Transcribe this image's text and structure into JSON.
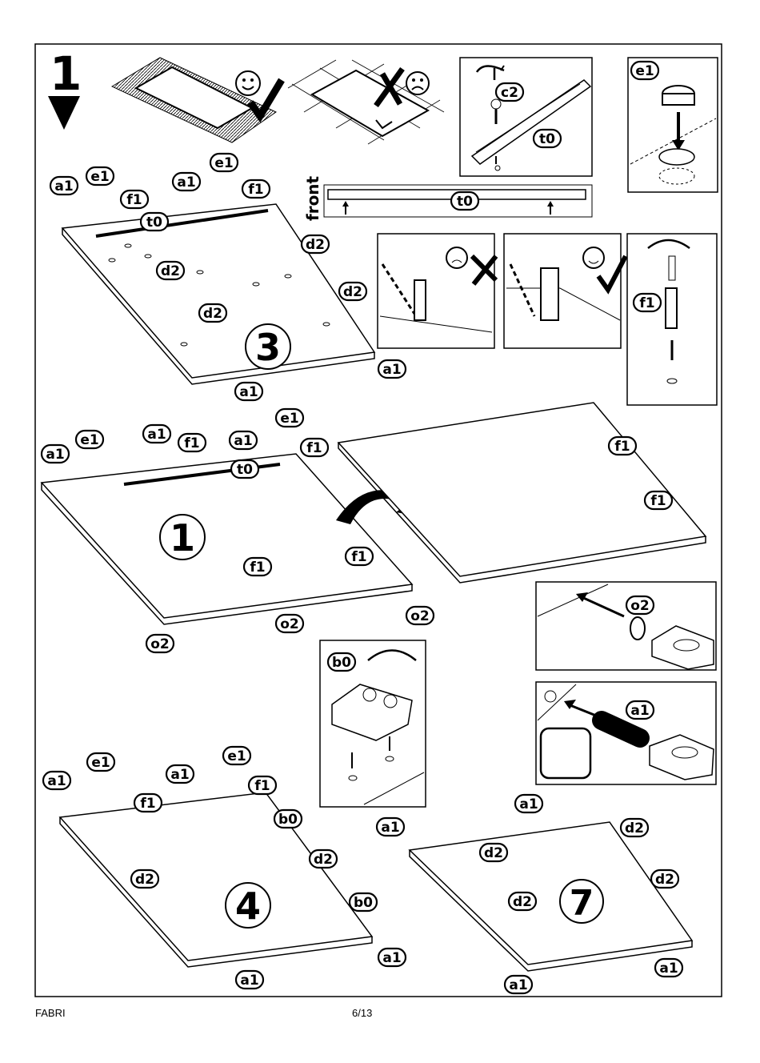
{
  "step": {
    "number": "1"
  },
  "labels": {
    "a1": "a1",
    "e1": "e1",
    "f1": "f1",
    "t0": "t0",
    "c2": "c2",
    "d2": "d2",
    "o2": "o2",
    "b0": "b0",
    "front": "front"
  },
  "panels": {
    "p3": "3",
    "p1": "1",
    "p4": "4",
    "p7": "7"
  },
  "footer": {
    "brand": "FABRI",
    "page": "6/13"
  }
}
